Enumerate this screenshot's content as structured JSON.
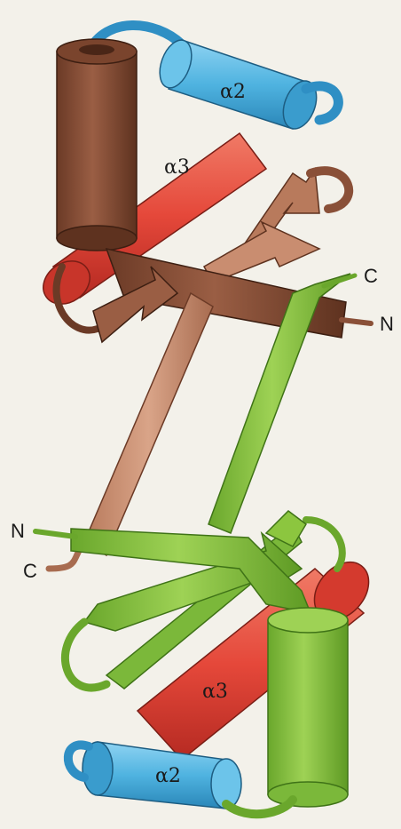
{
  "labels": {
    "top_alpha2": "α2",
    "top_alpha3": "α3",
    "top_c_terminus": "C",
    "top_n_terminus": "N",
    "bottom_n_terminus": "N",
    "bottom_c_terminus": "C",
    "bottom_alpha3": "α3",
    "bottom_alpha2": "α2"
  },
  "colors": {
    "background": "#f3f1ea",
    "helix_alpha2": "#4fb3e0",
    "helix_alpha3": "#e5483a",
    "top_subunit": "#8a5038",
    "top_strand": "#c98d70",
    "bottom_subunit": "#8cc63f",
    "bottom_strand_dark": "#6aa72c"
  }
}
